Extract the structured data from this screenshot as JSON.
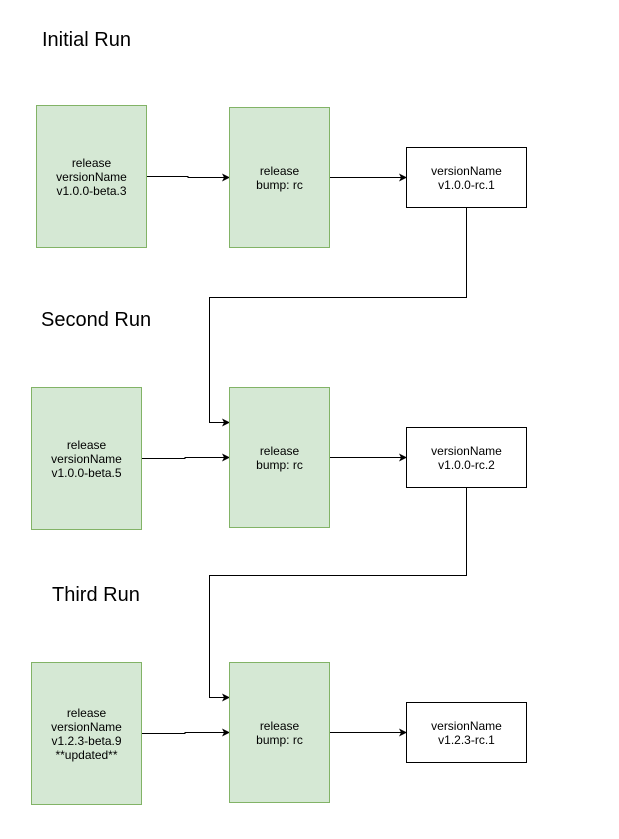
{
  "runs": [
    {
      "title": "Initial Run",
      "input_lines": [
        "release",
        "versionName",
        "v1.0.0-beta.3"
      ],
      "process_lines": [
        "release",
        "bump: rc"
      ],
      "output_lines": [
        "versionName",
        "v1.0.0-rc.1"
      ]
    },
    {
      "title": "Second Run",
      "input_lines": [
        "release",
        "versionName",
        "v1.0.0-beta.5"
      ],
      "process_lines": [
        "release",
        "bump: rc"
      ],
      "output_lines": [
        "versionName",
        "v1.0.0-rc.2"
      ]
    },
    {
      "title": "Third Run",
      "input_lines": [
        "release",
        "versionName",
        "v1.2.3-beta.9",
        "**updated**"
      ],
      "process_lines": [
        "release",
        "bump: rc"
      ],
      "output_lines": [
        "versionName",
        "v1.2.3-rc.1"
      ]
    }
  ],
  "colors": {
    "green_fill": "#d5e8d4",
    "green_stroke": "#82b366",
    "output_fill": "#ffffff",
    "output_stroke": "#000000",
    "edge": "#000000"
  }
}
